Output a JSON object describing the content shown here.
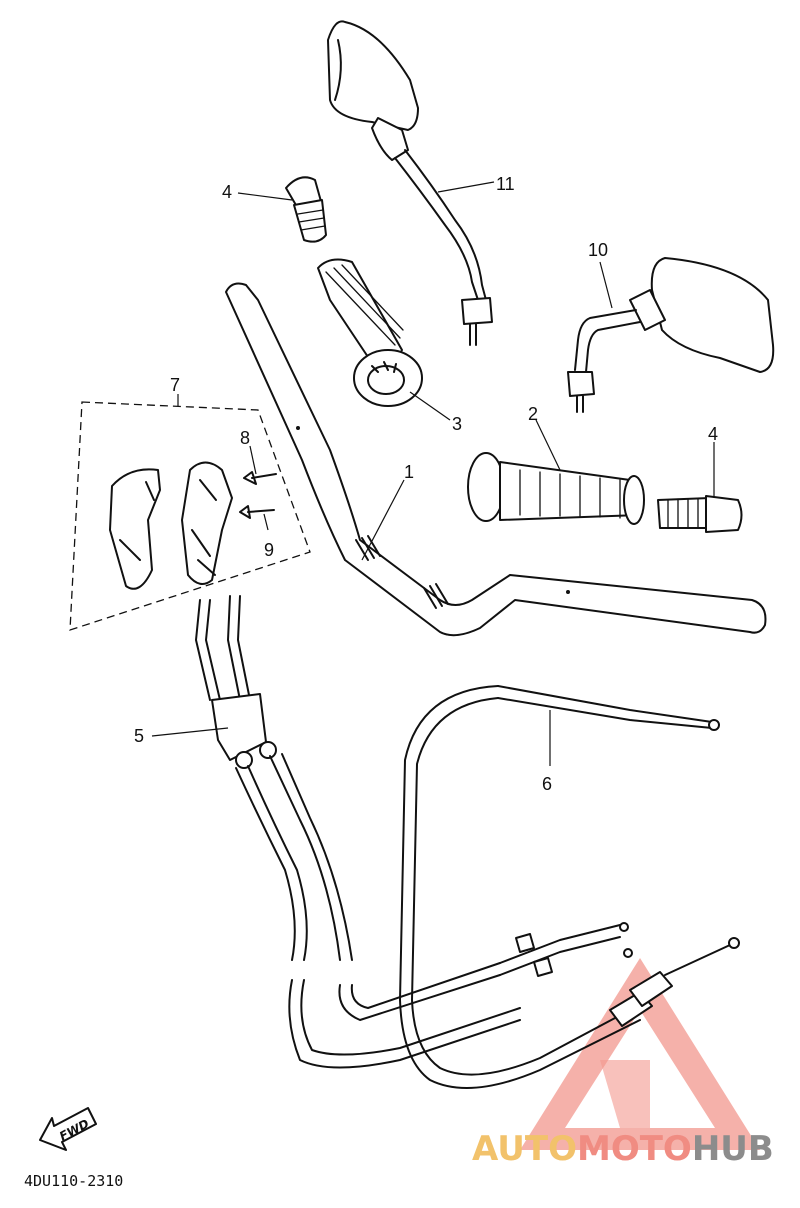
{
  "diagram": {
    "diagram_code": "4DU110-2310",
    "fwd_label": "FWD",
    "watermark": {
      "part_auto": "AUTO",
      "part_moto": "MOTO",
      "part_hub": "HUB",
      "color_auto": "#f2c26b",
      "color_moto": "#f08c82",
      "color_hub": "#8c8c8c",
      "triangle_color": "#f0857a"
    },
    "callouts": [
      "1",
      "2",
      "3",
      "4",
      "4",
      "5",
      "6",
      "7",
      "8",
      "9",
      "10",
      "11"
    ]
  }
}
